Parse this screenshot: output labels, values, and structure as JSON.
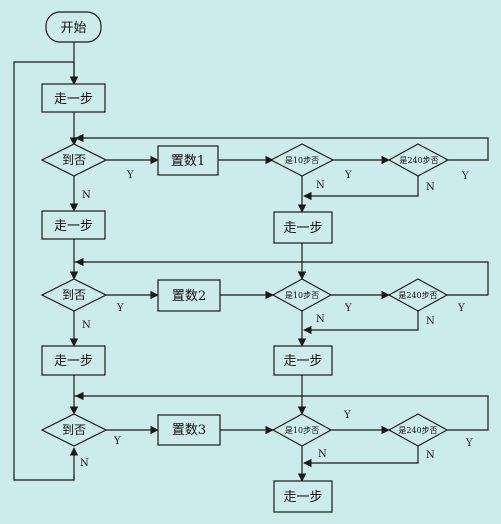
{
  "start": "开始",
  "step": "走一步",
  "arrive": "到否",
  "set1": "置数1",
  "set2": "置数2",
  "set3": "置数3",
  "check10": "是10步否",
  "check240": "是240步否",
  "yes": "Y",
  "no": "N",
  "colors": {
    "background": "#ccecec",
    "line": "#1a1a1a"
  }
}
